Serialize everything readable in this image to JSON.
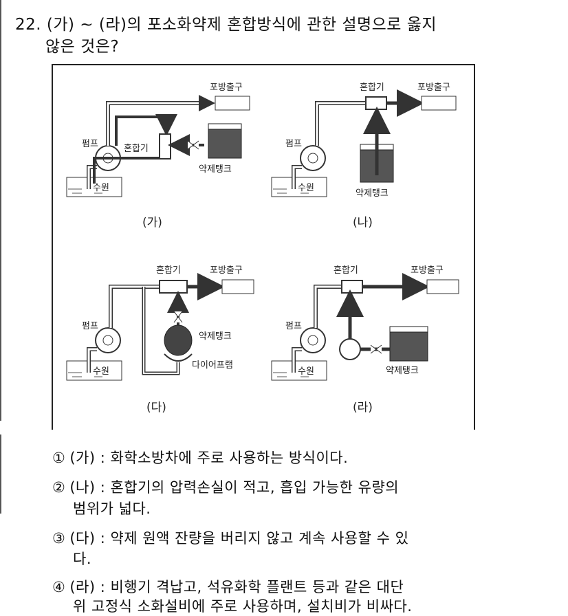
{
  "question": {
    "line1": "22. (가) ~ (라)의 포소화약제 혼합방식에 관한 설명으로 옳지",
    "line2": "않은 것은?"
  },
  "figure": {
    "panels": [
      {
        "caption": "(가)",
        "labels": {
          "outlet": "포방출구",
          "pump": "펌프",
          "mixer": "혼합기",
          "tank": "약제탱크",
          "source": "수원"
        }
      },
      {
        "caption": "(나)",
        "labels": {
          "outlet": "포방출구",
          "pump": "펌프",
          "mixer": "혼합기",
          "tank": "약제탱크",
          "source": "수원"
        }
      },
      {
        "caption": "(다)",
        "labels": {
          "outlet": "포방출구",
          "pump": "펌프",
          "mixer": "혼합기",
          "tank": "약제탱크",
          "diaphragm": "다이어프램",
          "source": "수원"
        }
      },
      {
        "caption": "(라)",
        "labels": {
          "outlet": "포방출구",
          "pump": "펌프",
          "mixer": "혼합기",
          "tank": "약제탱크",
          "source": "수원"
        }
      }
    ]
  },
  "options": [
    {
      "num": "①",
      "line1": "(가) : 화학소방차에 주로 사용하는 방식이다.",
      "line2": ""
    },
    {
      "num": "②",
      "line1": "(나) : 혼합기의 압력손실이 적고, 흡입 가능한 유량의",
      "line2": "범위가 넓다."
    },
    {
      "num": "③",
      "line1": "(다) : 약제 원액 잔량을 버리지 않고 계속 사용할 수 있",
      "line2": "다."
    },
    {
      "num": "④",
      "line1": "(라) : 비행기 격납고, 석유화학 플랜트 등과 같은 대단",
      "line2": "위 고정식 소화설비에 주로 사용하며, 설치비가 비싸다."
    }
  ]
}
